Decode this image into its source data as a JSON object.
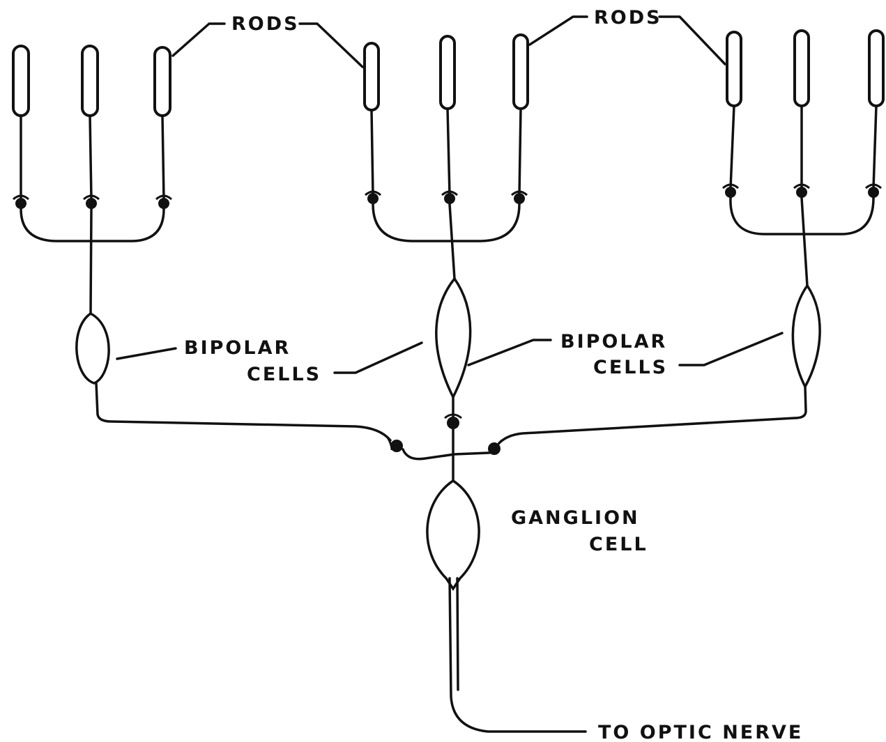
{
  "labels": {
    "rods_left": "RODS",
    "rods_right": "RODS",
    "bipolar_left_line1": "BIPOLAR",
    "bipolar_left_line2": "CELLS",
    "bipolar_right_line1": "BIPOLAR",
    "bipolar_right_line2": "CELLS",
    "ganglion_line1": "GANGLION",
    "ganglion_line2": "CELL",
    "optic_nerve": "TO OPTIC NERVE"
  }
}
